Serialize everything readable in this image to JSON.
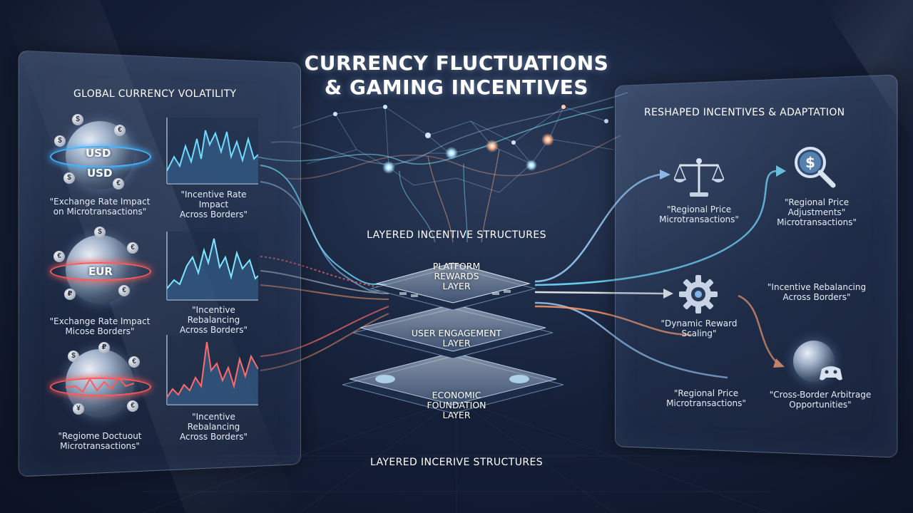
{
  "title_line1": "CURRENCY FLUCTUATIONS",
  "title_line2": "& GAMING INCENTIVES",
  "left_panel": {
    "title": "GLOBAL CURRENCY VOLATILITY",
    "rows": [
      {
        "globe_text_1": "USD",
        "globe_text_2": "USD",
        "left_caption_1": "\"Exchange Rate Impact",
        "left_caption_2": "on Microtransactions\"",
        "right_caption_1": "\"Incentive Rate Impact",
        "right_caption_2": "Across Borders\"",
        "accent": "#46b4ff",
        "line_color": "#6fdcff"
      },
      {
        "globe_text_1": "EUR",
        "left_caption_1": "\"Exchange Rate Impact",
        "left_caption_2": "Micose Borders\"",
        "right_caption_1": "\"Incentive Rebalancing",
        "right_caption_2": "Across Borders\"",
        "accent": "#ff5a5a",
        "line_color": "#7fe6ff"
      },
      {
        "left_caption_1": "\"Regiome Doctuout",
        "left_caption_2": "Microtransactions\"",
        "right_caption_1": "\"Incentive Rebalancing",
        "right_caption_2": "Across Borders\"",
        "accent": "#ff5a5a",
        "line_color": "#ff6a6a"
      }
    ],
    "coins": [
      "$",
      "€",
      "₽",
      "¥"
    ]
  },
  "center": {
    "label_top": "LAYERED INCENTIVE STRUCTURES",
    "label_bottom": "LAYERED INCERIVE STRUCTURES",
    "layers": [
      {
        "line1": "PLATFORM",
        "line2": "REWARDS",
        "line3": "LAYER"
      },
      {
        "line1": "USER ENGAGEMENT",
        "line2": "LAYER"
      },
      {
        "line1": "ECONOMIC",
        "line2": "FOUNDATION",
        "line3": "LAYER"
      }
    ]
  },
  "right_panel": {
    "title": "RESHAPED INCENTIVES & ADAPTATION",
    "items": [
      {
        "icon": "scale-icon",
        "line1": "\"Regional Price",
        "line2": "Microtransactions\""
      },
      {
        "icon": "search-dollar-icon",
        "line1": "\"Regional Price",
        "line2": "Adjustments\"",
        "line3": "Microtransactions\""
      },
      {
        "icon": "gear-icon",
        "line1": "\"Dynamic Reward",
        "line2": "Scaling\""
      },
      {
        "icon": "",
        "line1": "\"Incentive Rebalancing",
        "line2": "Across Borders\""
      },
      {
        "icon": "",
        "line1": "\"Regional Price",
        "line2": "Microtransactions\""
      },
      {
        "icon": "globe-icon",
        "line1": "\"Cross-Border Arbitrage",
        "line2": "Opportunities\""
      }
    ]
  },
  "colors": {
    "cyan": "#6fdcff",
    "orange": "#ff9a6a",
    "red": "#ff5a5a",
    "white": "#ffffff"
  }
}
